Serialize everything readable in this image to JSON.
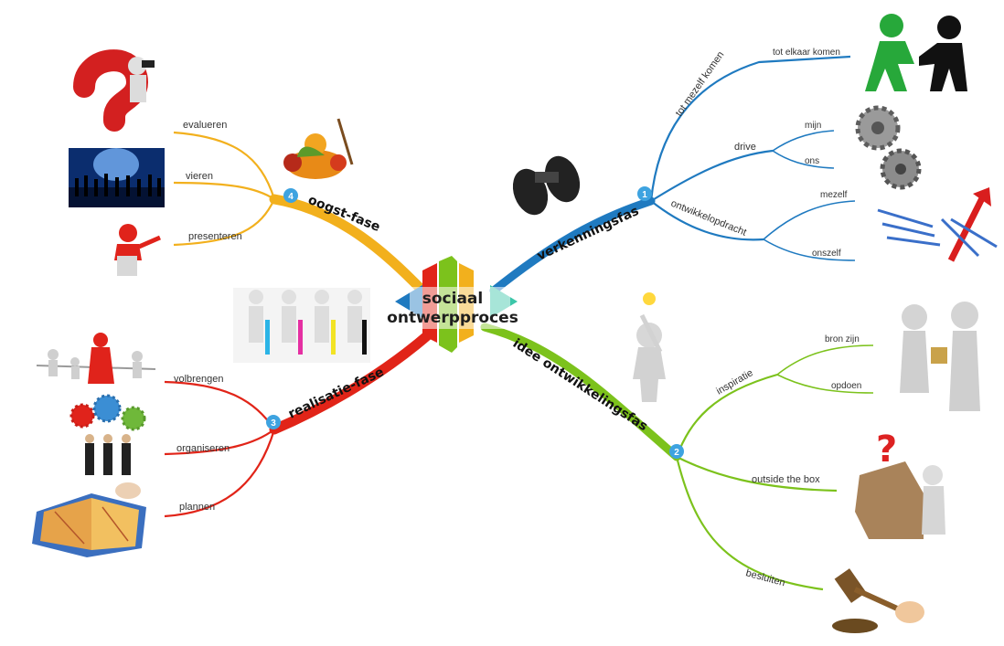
{
  "center": {
    "line1": "sociaal",
    "line2": "ontwerpproces"
  },
  "colors": {
    "blue": "#1f7ac0",
    "green": "#7cc21c",
    "red": "#e12418",
    "yellow": "#f2b01d",
    "number_badge": "#3ea3e0"
  },
  "branches": {
    "b1": {
      "number": "1",
      "title": "verkenningsfas",
      "subs": {
        "tot_mezelf_komen": "tot mezelf komen",
        "tot_elkaar_komen": "tot elkaar komen",
        "drive": "drive",
        "mijn": "mijn",
        "ons": "ons",
        "ontwikkelopdracht": "ontwikkelopdracht",
        "mezelf": "mezelf",
        "onszelf": "onszelf"
      }
    },
    "b2": {
      "number": "2",
      "title": "idee ontwikkelingsfas",
      "subs": {
        "inspiratie": "inspiratie",
        "bron_zijn": "bron zijn",
        "opdoen": "opdoen",
        "outside_the_box": "outside the box",
        "besluiten": "besluiten"
      }
    },
    "b3": {
      "number": "3",
      "title": "realisatie-fase",
      "subs": {
        "volbrengen": "volbrengen",
        "organiseren": "organiseren",
        "plannen": "plannen"
      }
    },
    "b4": {
      "number": "4",
      "title": "oogst-fase",
      "subs": {
        "evalueren": "evalueren",
        "vieren": "vieren",
        "presenteren": "presenteren"
      }
    }
  },
  "images": [
    "handshake-figures",
    "gears",
    "arrows-up",
    "binoculars",
    "lightbulb-figure",
    "puzzle-figures",
    "question-box",
    "gavel",
    "question-mark-figure",
    "celebration-crowd",
    "presenter-figure",
    "harvest-basket",
    "paint-figures",
    "tug-of-war",
    "gear-heads",
    "puzzle-book"
  ]
}
